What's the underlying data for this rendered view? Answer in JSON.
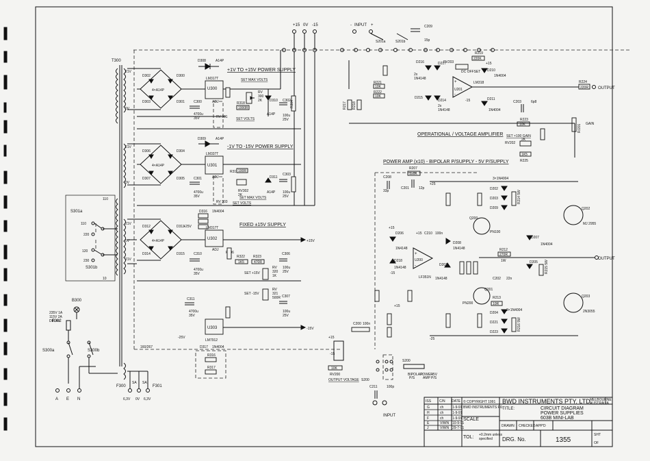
{
  "rails": {
    "p15": "+15",
    "zero": "0V",
    "m15": "-15"
  },
  "input_hdr": {
    "minus": "-",
    "label": "INPUT",
    "plus": "+"
  },
  "transformer": {
    "ref": "T300",
    "w21": "21V",
    "w0": "0V",
    "ref2": "160/267"
  },
  "taps": {
    "t110": "110",
    "t120": "120",
    "t220": "220",
    "t230": "230",
    "t10": "10"
  },
  "switches": {
    "s301a": "S301a",
    "s301b": "S301b",
    "s300a": "S300a",
    "s300b": "S300b"
  },
  "mains": {
    "b300": "B300",
    "f302": "F302",
    "fuse_note": "235V 1A\n115V 2A\nDELAY",
    "a": "A",
    "e": "E",
    "n": "N"
  },
  "lamp": {
    "f300": "F300",
    "f301": "F301",
    "sa1": "SA",
    "sa2": "SA",
    "v63a": "6,3V",
    "v0": "0V",
    "v63b": "6,3V"
  },
  "psu1": {
    "heading": "+1V TO +15V POWER SUPPLY",
    "bridge": "4×A14P",
    "d302": "D302",
    "d300": "D300",
    "d303": "D303",
    "d301": "D301",
    "d308": "D308",
    "a14p": "A14P",
    "reg": "LM317T",
    "u300": "U300",
    "adj": "ADJ",
    "set_max": "SET MAX VOLTS",
    "r318": "R318",
    "r318v": "1000R",
    "c300": "C300",
    "c300v": "4700u\n35V",
    "rv": "RV\n300\n2K",
    "d310": "D310",
    "a14p2": "A14P",
    "c302": "C302",
    "c302v": "100u\n25V",
    "r304": "R304\n390R",
    "set_volts": "SET VOLTS",
    "rv301": "RV\n301"
  },
  "psu2": {
    "heading": "-1V TO -15V POWER SUPPLY",
    "bridge": "4×A14P",
    "d306": "D306",
    "d304": "D304",
    "d307": "D307",
    "d305": "D305",
    "d309": "D309",
    "a14p": "A14P",
    "reg": "LM337T",
    "u301": "U301",
    "adj": "ADJ",
    "c301": "C301",
    "c301v": "4700u\n35V",
    "r319": "R319",
    "r319v": "100R",
    "rv302": "RV302\n2K",
    "set_max": "SET MAX VOLTS",
    "d311": "D311",
    "a14p2": "A14P",
    "c303": "C303",
    "c303v": "100u\n25V",
    "r305": "R305\n390R",
    "set_volts": "SET VOLTS",
    "rv303": "RV\n303"
  },
  "psu3": {
    "heading": "FIXED ±15V SUPPLY",
    "bridge": "4×A14P",
    "d312": "D312",
    "d313": "D313",
    "d314": "D314",
    "d315": "D315",
    "d316": "D316",
    "d316v": "1N4004",
    "p25": "+25V",
    "reg": "LM317T",
    "u302": "U302",
    "adj": "ADJ",
    "c310": "C310",
    "c310v": "4700u\n35V",
    "r306": "R306",
    "r311": "R311",
    "r322": "R322",
    "r322v": "1K5",
    "r323": "R323",
    "r323v": "470R",
    "set15": "SET +15V",
    "rv320": "RV\n320\n1K",
    "c306": "C306",
    "c306v": "100u\n25V",
    "p15v": "+15V",
    "c311": "C311",
    "c311v": "4700u\n35V",
    "m25": "-25V",
    "r320": "R320",
    "r321": "R321\n500R",
    "setm15": "SET -15V",
    "c307": "C307",
    "c307v": "100u\n25V",
    "m15v": "-15V",
    "u303": "U303",
    "reg2": "LM7912",
    "d317": "D317",
    "d317v": "1N4004",
    "r316": "R316",
    "r316v": "2W",
    "r317": "R317",
    "r317v": "2W"
  },
  "opamp": {
    "heading": "OPERATIONAL / VOLTAGE AMPLIFIER",
    "s201a": "S201a",
    "s201b": "S201b",
    "c209": "C209",
    "c209v": "15p",
    "r220": "R220",
    "r220v": "10K",
    "r221": "R221",
    "r221v": "10K",
    "r222": "R222",
    "r222v": "10K",
    "r217": "R217",
    "r218": "R218",
    "d216": "D216",
    "d217": "D217",
    "d215": "D215",
    "d214": "D214",
    "diodes1": "2x\n1N4148",
    "diodes2": "2x\n1N4148",
    "rv203": "RV203",
    "r219": "R219",
    "r219v": "220K",
    "dc_offset": "DC OFFSET",
    "p15": "+15",
    "d210": "D210",
    "d210v": "1N4004",
    "u201": "U201",
    "lm": "LM318",
    "m15": "-15",
    "d211": "D211",
    "d211v": "1N4004",
    "c203": "C203",
    "c203v": "6p8",
    "r223": "R223",
    "r223v": "10K",
    "r224": "R224",
    "r224v": "220R",
    "output": "OUTPUT",
    "gain": "GAIN",
    "rv201": "R/201",
    "set_gain": "SET ×100 GAIN",
    "rv202": "RV202",
    "rv202v": "2K",
    "r225": "R225",
    "r225v": "1K5",
    "r226": "R226"
  },
  "poweramp": {
    "heading": "POWER AMP (x10) - BIPOLAR P/SUPPLY - 5V P/SUPPLY",
    "r207": "R207",
    "r207v": "100K",
    "c208": "C208",
    "c208v": "33p",
    "c201": "C201",
    "c201v": "12p",
    "p25": "+25",
    "d3": "3×1N4004",
    "d202": "D202",
    "d203": "D203",
    "d209": "D209",
    "r201": "R201",
    "r202": "R202",
    "r214": "R214",
    "r214v": "5W",
    "q202": "Q202",
    "mj": "MJ 2955",
    "q200": "Q200",
    "pn": "PN100",
    "r208": "R208",
    "d206": "D206",
    "d206v": "1N4148",
    "c210": "C210",
    "c210v": "100n",
    "d208": "D208",
    "d208v": "1N4148",
    "d218": "D218",
    "d218v": "1N4148",
    "u200": "U200",
    "lf": "LF351N",
    "p15": "+15",
    "m15": "-15",
    "d201": "D201",
    "d201v": "1N4148",
    "r209": "R209",
    "r210": "R210",
    "r211": "R211",
    "r212": "R212",
    "r212v": "270R",
    "r212w": "1W",
    "c202": "C202",
    "c202v": "22n",
    "d207": "D207",
    "d207v": "1N4004",
    "d205": "D205",
    "d205v": "1N\n4004",
    "r215": "R215",
    "r215v": "5W",
    "output": "OUTPUT",
    "q201": "Q201",
    "pn200": "PN200",
    "r213": "R213",
    "r213v": "10R",
    "d204": "D204",
    "d3b": "3×1N4004",
    "d221": "D221",
    "d223": "D223",
    "r216": "R216",
    "r216v": "5W",
    "q203": "Q203",
    "n3055": "2N3055",
    "r206": "R206",
    "r205": "R205",
    "r203": "R203",
    "r204": "R204",
    "r200": "R200",
    "c200": "C200",
    "c200v": "100n",
    "rv200": "RV200",
    "rv200v": "10K",
    "out_volt": "OUTPUT VOLTAGE",
    "s200": "S200",
    "s200lbl": "S200",
    "bip": "BIPOLAR\nP/S",
    "pamp": "POWER\nAMP",
    "p5v": "+5V\nP/S",
    "c211": "C211",
    "c211v": "100p",
    "input": "INPUT",
    "m25": "-25",
    "p15b": "+15"
  },
  "title_block": {
    "company": "BWD INSTRUMENTS PTY. LTD.",
    "location": "MELBOURNE\nAUSTRALIA",
    "copyright": "© COPYRIGHT 1991",
    "copyright2": "BWD INSTRUMENTS P/L",
    "title_lbl": "TITLE:",
    "title": "CIRCUIT DIAGRAM\nPOWER SUPPLIES\n603B MINI-LAB",
    "scale": "SCALE",
    "tol": "TOL:",
    "tol_note": "+0.2mm unless\nspecified",
    "drawn": "DRAWN",
    "checked": "CHECKED",
    "appd": "APP'D",
    "drg_lbl": "DRG. No.",
    "drg": "1355",
    "sht": "SHT",
    "of": "OF",
    "iss": "ISS",
    "cn": "C/N",
    "date": "DATE",
    "revisions": [
      {
        "iss": "G",
        "cn": "ch",
        "date": "1-9-91"
      },
      {
        "iss": "H",
        "cn": "ch",
        "date": "1-9-91"
      },
      {
        "iss": "F",
        "cn": "ch",
        "date": "1-9-91"
      },
      {
        "iss": "E",
        "cn": "VIWN",
        "date": "10-9-91"
      },
      {
        "iss": "J",
        "cn": "VIWN",
        "date": "29-7-91"
      }
    ]
  }
}
